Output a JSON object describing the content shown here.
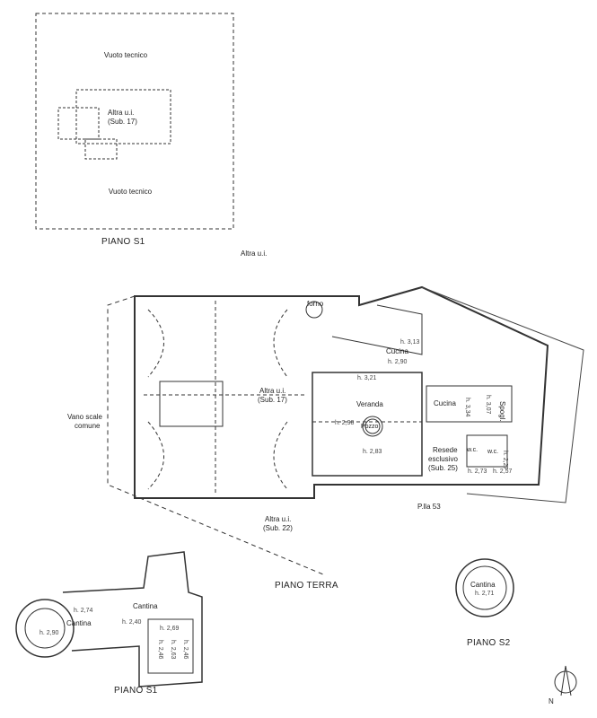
{
  "plans": {
    "s1_top": {
      "title": "PIANO S1",
      "void_top": "Vuoto tecnico",
      "void_bottom": "Vuoto tecnico",
      "other_unit": "Altra u.i.",
      "other_unit_sub": "(Sub. 17)"
    },
    "terra": {
      "title": "PIANO TERRA",
      "other_unit_north": "Altra u.i.",
      "other_unit_center": "Altra u.i.",
      "other_unit_center_sub": "(Sub. 17)",
      "other_unit_south": "Altra u.i.",
      "other_unit_south_sub": "(Sub. 22)",
      "stair_label_1": "Vano scale",
      "stair_label_2": "comune",
      "forno": "forno",
      "cucina_1": "Cucina",
      "cucina_2": "Cucina",
      "veranda": "Veranda",
      "pozzo": "Pozzo",
      "resede_1": "Resede",
      "resede_2": "esclusivo",
      "resede_3": "(Sub. 25)",
      "spogl": "Spogl.",
      "wc_1": "w.c.",
      "wc_2": "w.c.",
      "parcel": "P.lla 53",
      "heights": {
        "h313": "h. 3,13",
        "h290": "h. 2,90",
        "h321": "h. 3,21",
        "h298": "h. 2,98",
        "h283": "h. 2,83",
        "h334": "h. 3,34",
        "h307": "h. 3,07",
        "h273": "h. 2,73",
        "h257": "h. 2,57",
        "h227": "h. 2,27"
      }
    },
    "s1_bottom": {
      "title": "PIANO S1",
      "cantina_1": "Cantina",
      "cantina_2": "Cantina",
      "heights": {
        "h290": "h. 2,90",
        "h274": "h. 2,74",
        "h240": "h. 2,40",
        "h269": "h. 2,69",
        "h246a": "h. 2,46",
        "h263": "h. 2,63",
        "h246b": "h. 2,46"
      }
    },
    "s2": {
      "title": "PIANO S2",
      "cantina": "Cantina",
      "height": "h. 2,71"
    }
  },
  "compass": {
    "label": "N"
  }
}
